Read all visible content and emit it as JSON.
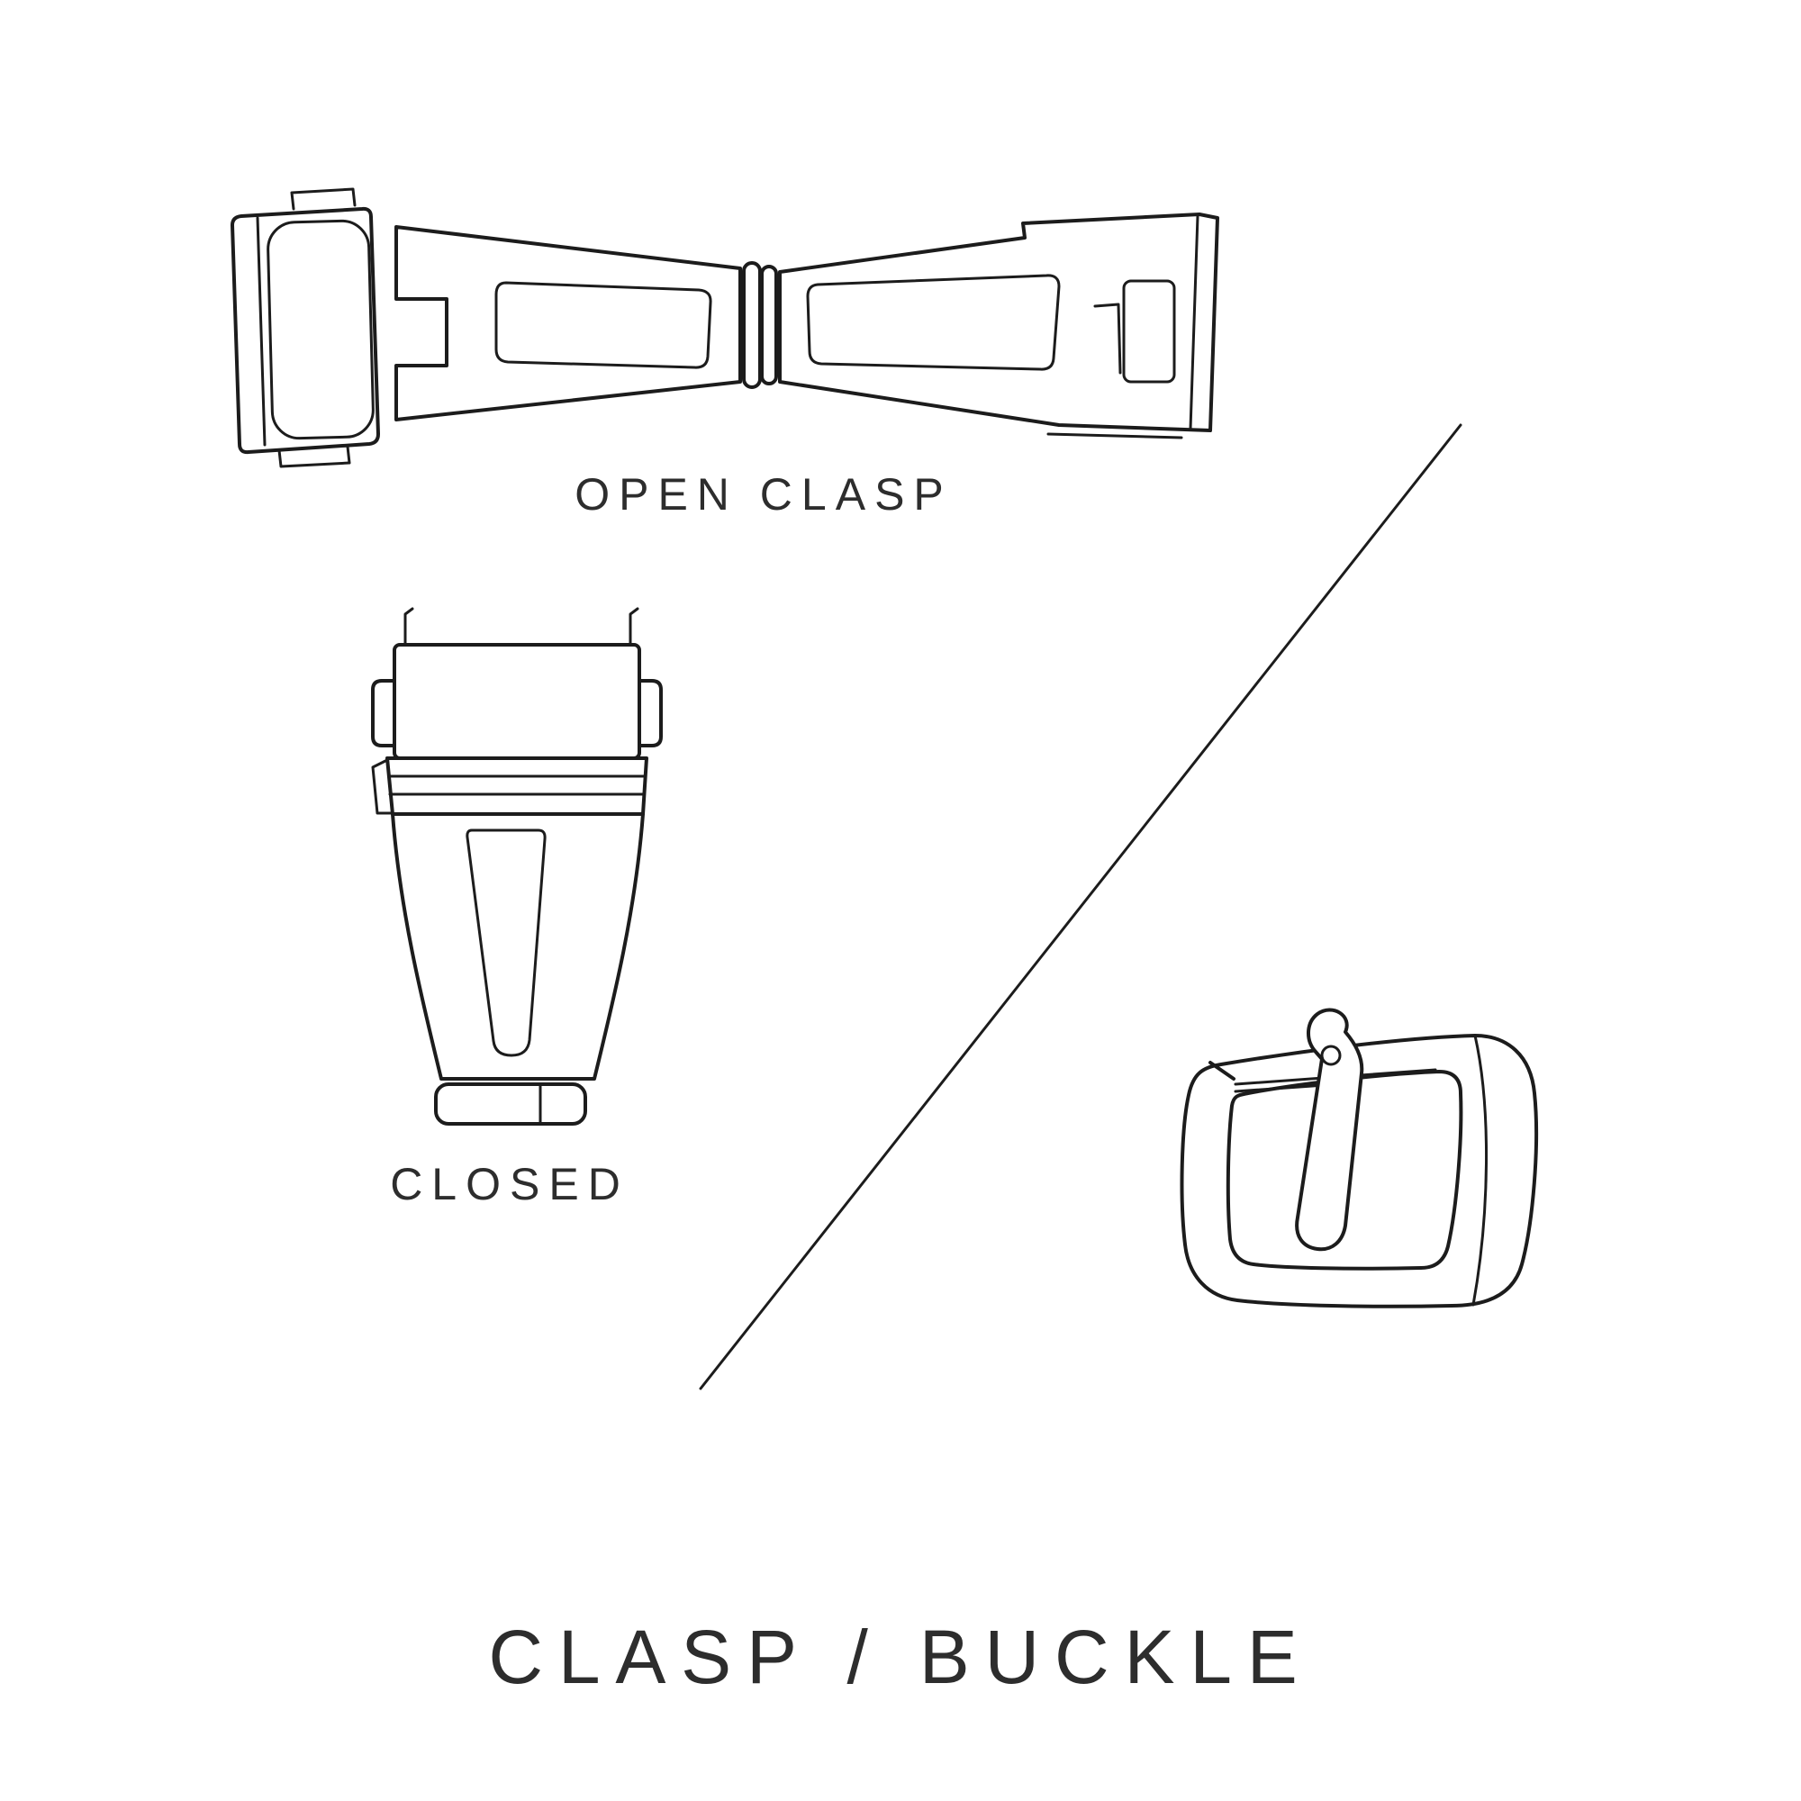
{
  "page": {
    "title": "CLASP / BUCKLE",
    "colors": {
      "background": "#ffffff",
      "line": "#1c1c1c",
      "text": "#2d2d2d"
    }
  },
  "labels": {
    "open_clasp": "OPEN CLASP",
    "closed": "CLOSED"
  }
}
